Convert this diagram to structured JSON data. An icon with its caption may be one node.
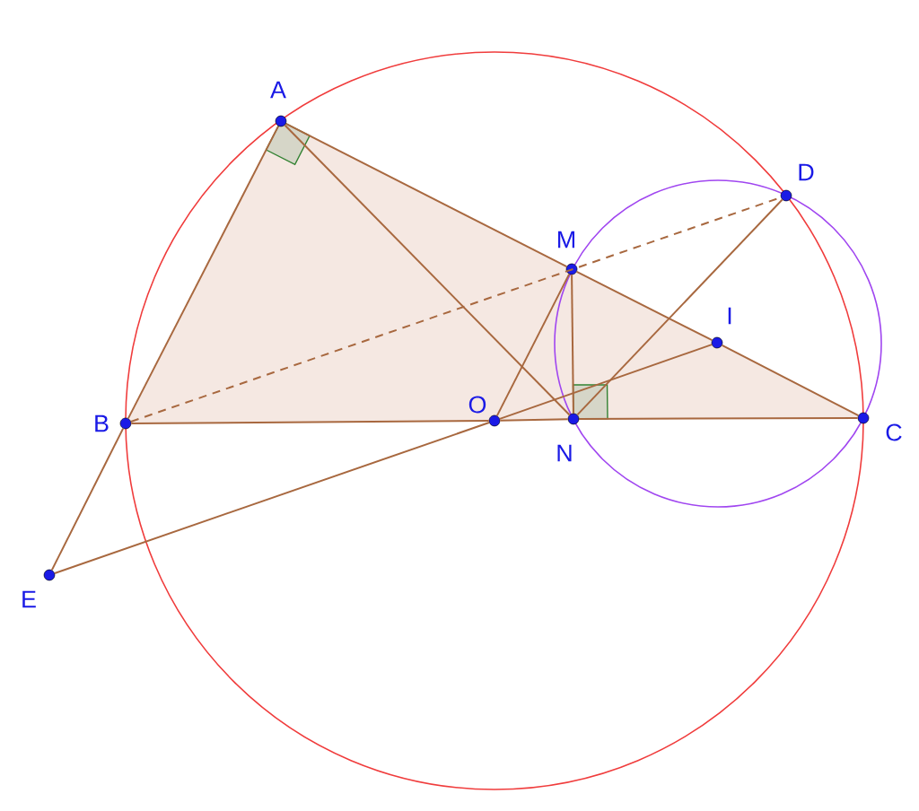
{
  "diagram": {
    "nodes": [
      {
        "text": [
          "A"
        ]
      },
      {
        "text": [
          "B"
        ]
      },
      {
        "text": [
          "C"
        ]
      },
      {
        "text": [
          "D"
        ]
      },
      {
        "text": [
          "M"
        ]
      },
      {
        "text": [
          "I"
        ]
      },
      {
        "text": [
          "O"
        ]
      },
      {
        "text": [
          "N"
        ]
      },
      {
        "text": [
          "E"
        ]
      }
    ],
    "edges": [
      {
        "from": 0,
        "to": 1,
        "arrow": "none"
      },
      {
        "from": 0,
        "to": 4,
        "arrow": "none"
      },
      {
        "from": 4,
        "to": 5,
        "arrow": "none"
      },
      {
        "from": 5,
        "to": 2,
        "arrow": "none"
      },
      {
        "from": 0,
        "to": 7,
        "arrow": "none"
      },
      {
        "from": 1,
        "to": 6,
        "arrow": "none"
      },
      {
        "from": 6,
        "to": 7,
        "arrow": "none"
      },
      {
        "from": 7,
        "to": 2,
        "arrow": "none"
      },
      {
        "from": 1,
        "to": 3,
        "arrow": "none",
        "style": "dashed"
      },
      {
        "from": 1,
        "to": 8,
        "arrow": "none"
      },
      {
        "from": 8,
        "to": 6,
        "arrow": "none"
      },
      {
        "from": 6,
        "to": 5,
        "arrow": "none"
      },
      {
        "from": 6,
        "to": 4,
        "arrow": "none"
      },
      {
        "from": 4,
        "to": 7,
        "arrow": "none"
      },
      {
        "from": 7,
        "to": 3,
        "arrow": "none"
      }
    ]
  }
}
